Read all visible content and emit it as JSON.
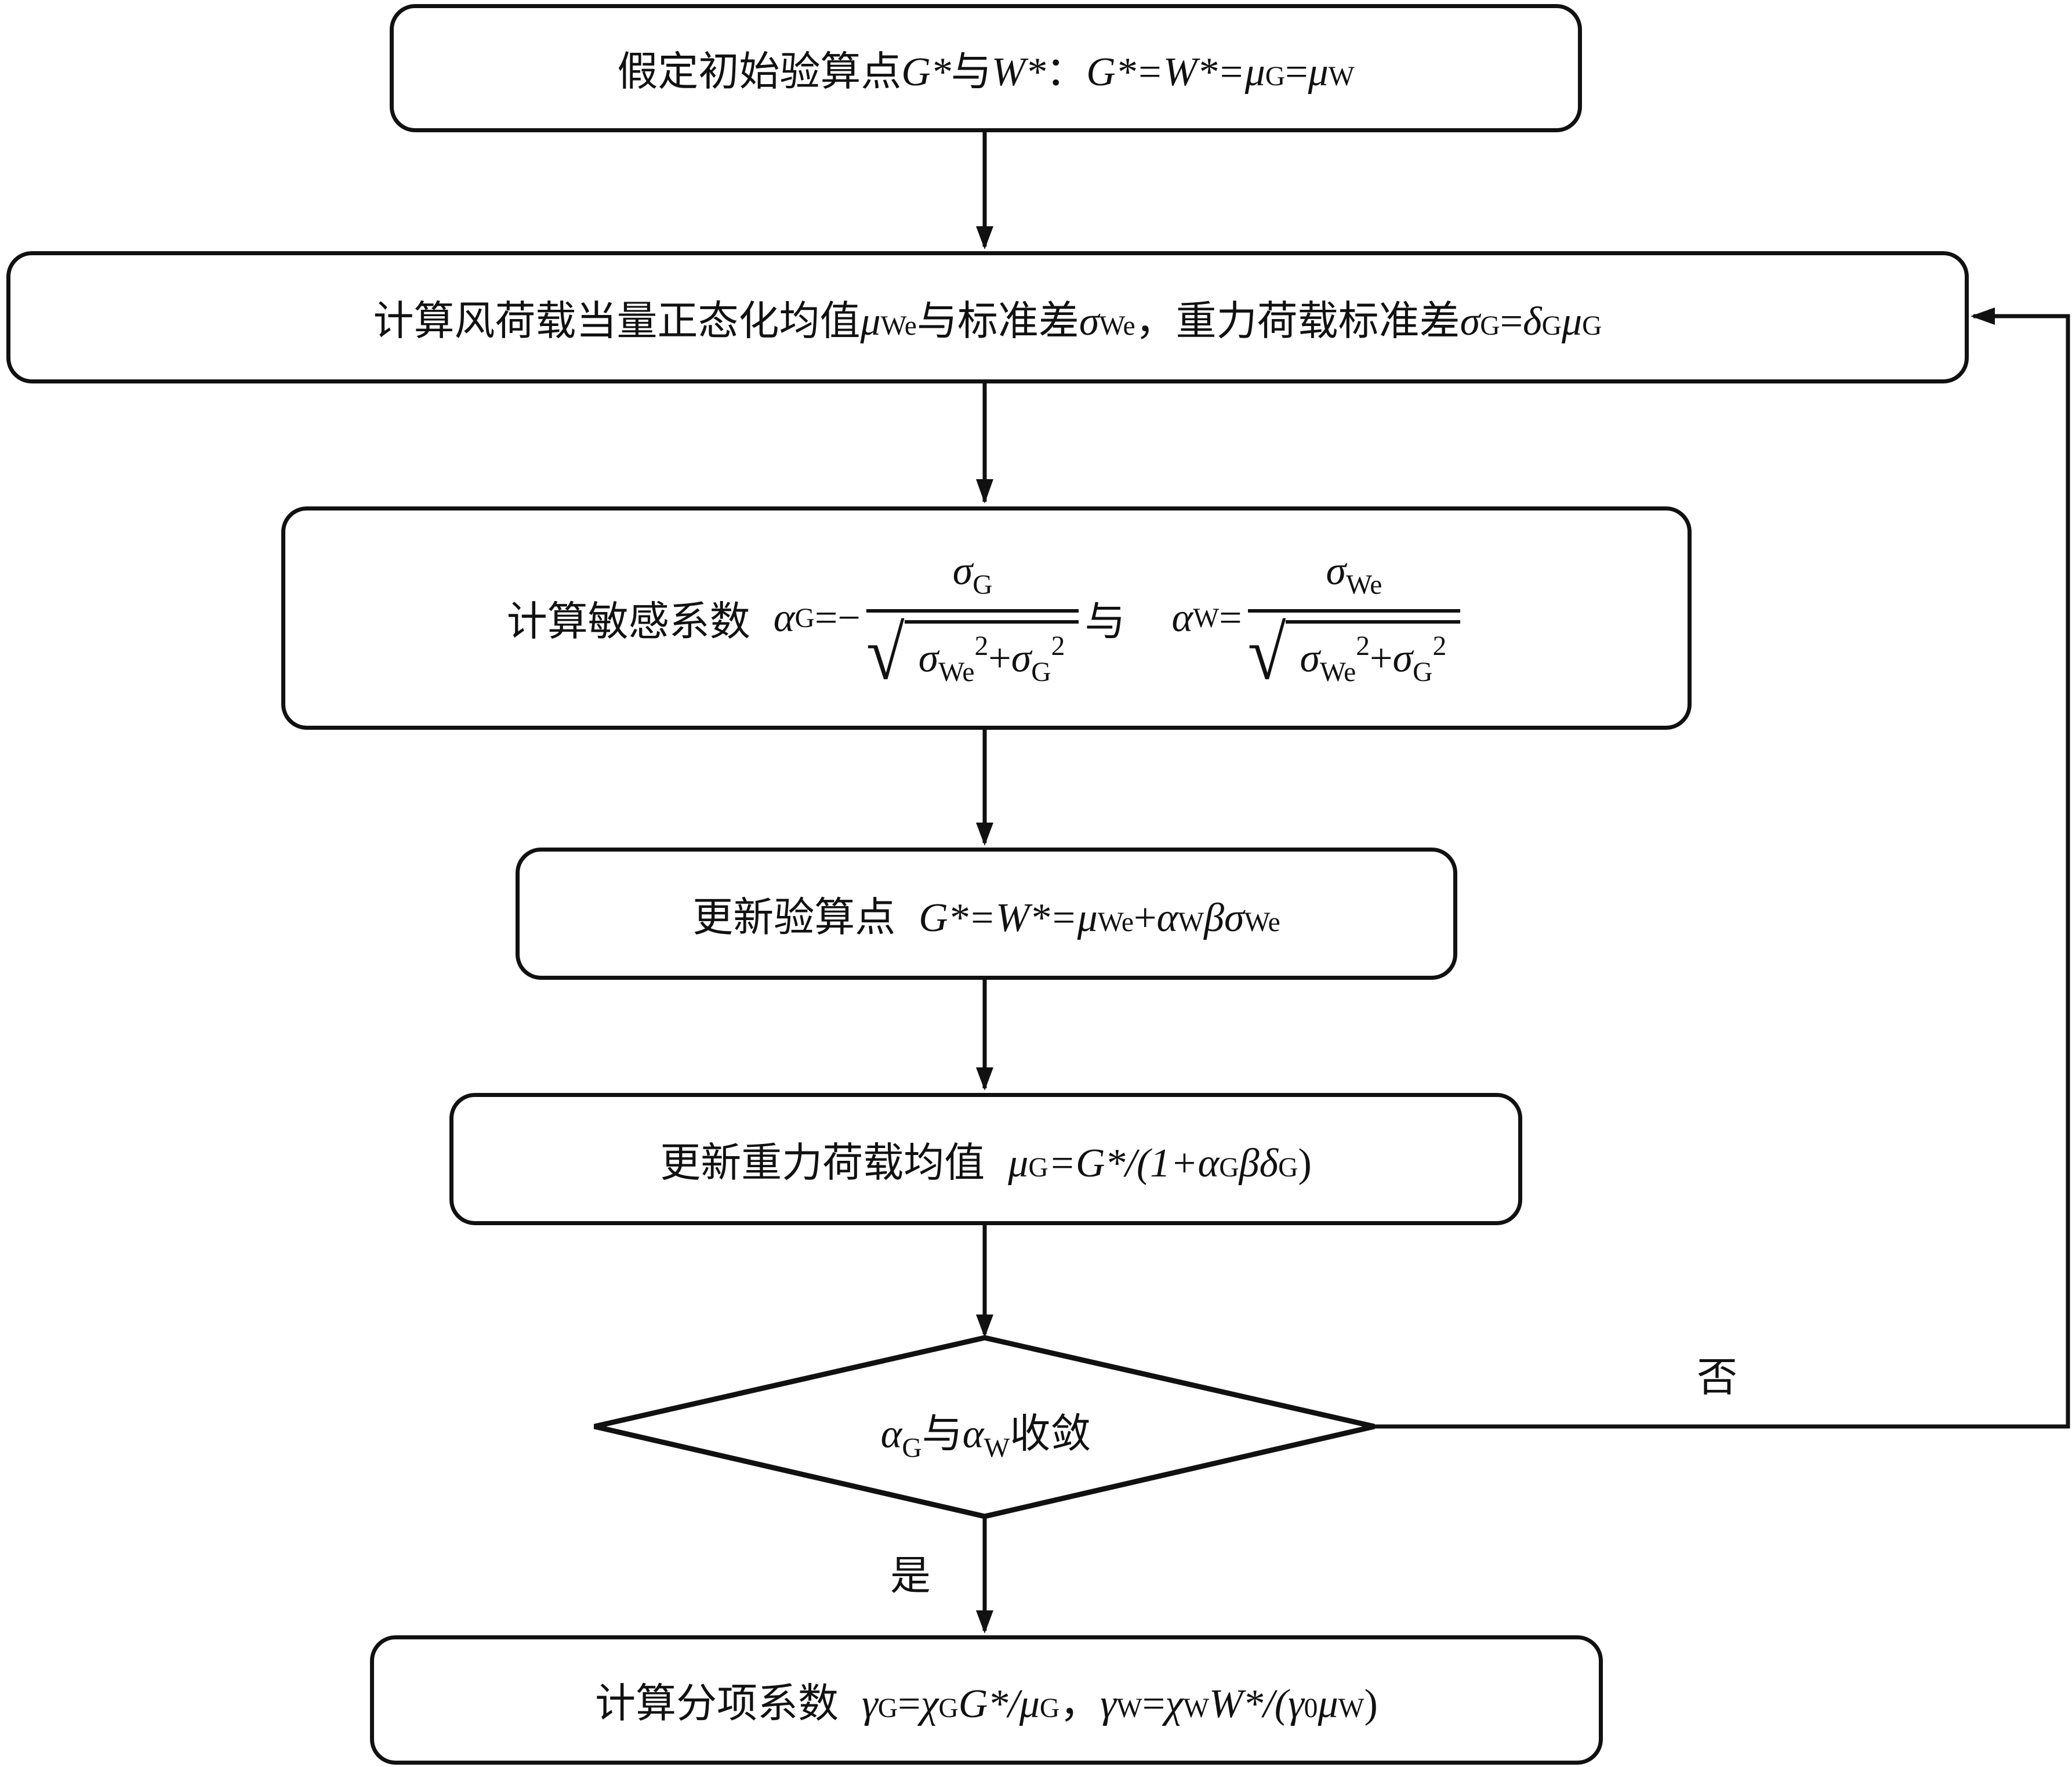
{
  "flowchart": {
    "step1": {
      "text": "假定初始验算点",
      "G": "G*",
      "and": "与",
      "W": "W*",
      "colon": "：",
      "eq": "G*=W*=",
      "mu": "μ",
      "sub_G": "G",
      "eq2": "=",
      "sub_W": "W"
    },
    "step2": {
      "text1": "计算风荷载当量正态化均值",
      "mu": "μ",
      "sub_We": "We",
      "text2": "与标准差",
      "sigma": "σ",
      "comma": "，",
      "text3": "重力荷载标准差",
      "sub_G": "G",
      "eq": "=",
      "delta": "δ"
    },
    "step3": {
      "text": "计算敏感系数",
      "alpha": "α",
      "sub_G": "G",
      "sub_W": "W",
      "sub_We": "We",
      "eq_neg": "=−",
      "eq": "=",
      "sigma": "σ",
      "sq": "2",
      "plus": "+",
      "radical": "√",
      "and": "与"
    },
    "step4": {
      "text": "更新验算点",
      "eq": "G*=W*=",
      "mu": "μ",
      "sub_We": "We",
      "plus": "+",
      "alpha": "α",
      "sub_W": "W",
      "beta": "β",
      "sigma": "σ"
    },
    "step5": {
      "text": "更新重力荷载均值",
      "mu": "μ",
      "sub_G": "G",
      "eq": "=G*/(1+",
      "alpha": "α",
      "beta": "β",
      "delta": "δ",
      "close": ")"
    },
    "decision": {
      "alpha": "α",
      "sub_G": "G",
      "and": "与",
      "sub_W": "W",
      "text": "收敛",
      "yes_label": "是",
      "no_label": "否"
    },
    "step6": {
      "text": "计算分项系数",
      "gamma": "γ",
      "chi": "χ",
      "sub_G": "G",
      "sub_W": "W",
      "eq": "=",
      "Gstar": "G*/",
      "mu": "μ",
      "comma": "，",
      "Wstar": "W*/(",
      "gamma0_sub": "0",
      "close": ")"
    }
  }
}
